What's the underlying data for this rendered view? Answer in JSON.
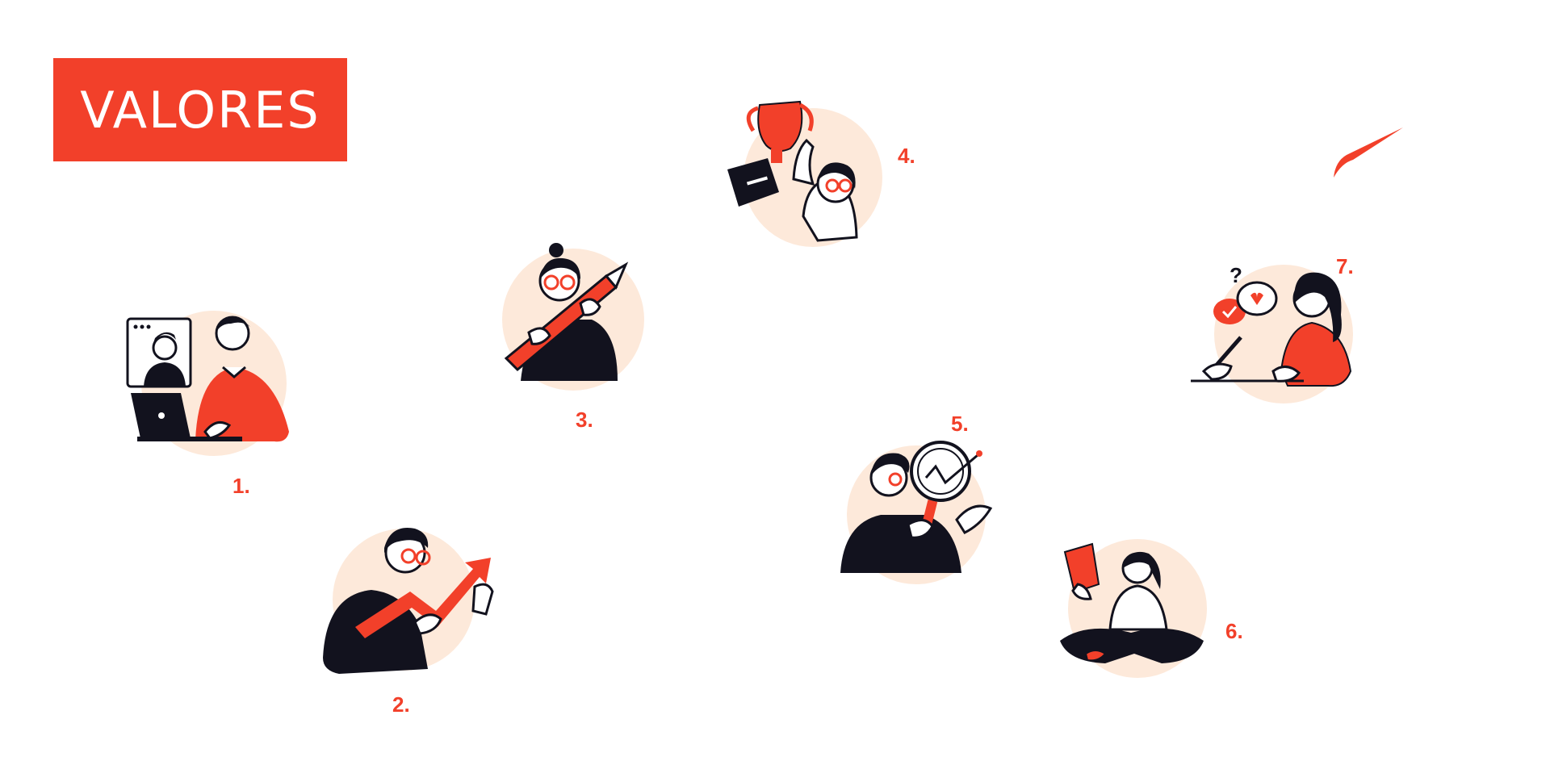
{
  "title": "VALORES",
  "colors": {
    "accent": "#f2402a",
    "peach": "#fde9da",
    "ink": "#12121e"
  },
  "values": [
    {
      "number": "1.",
      "icon": "video-call-laptop-illustration"
    },
    {
      "number": "2.",
      "icon": "growth-arrow-illustration"
    },
    {
      "number": "3.",
      "icon": "pencil-creativity-illustration"
    },
    {
      "number": "4.",
      "icon": "trophy-achievement-illustration"
    },
    {
      "number": "5.",
      "icon": "magnifier-analysis-illustration"
    },
    {
      "number": "6.",
      "icon": "reading-book-illustration"
    },
    {
      "number": "7.",
      "icon": "feedback-writing-illustration"
    }
  ],
  "logo": {
    "icon": "swoosh-logo-icon"
  }
}
